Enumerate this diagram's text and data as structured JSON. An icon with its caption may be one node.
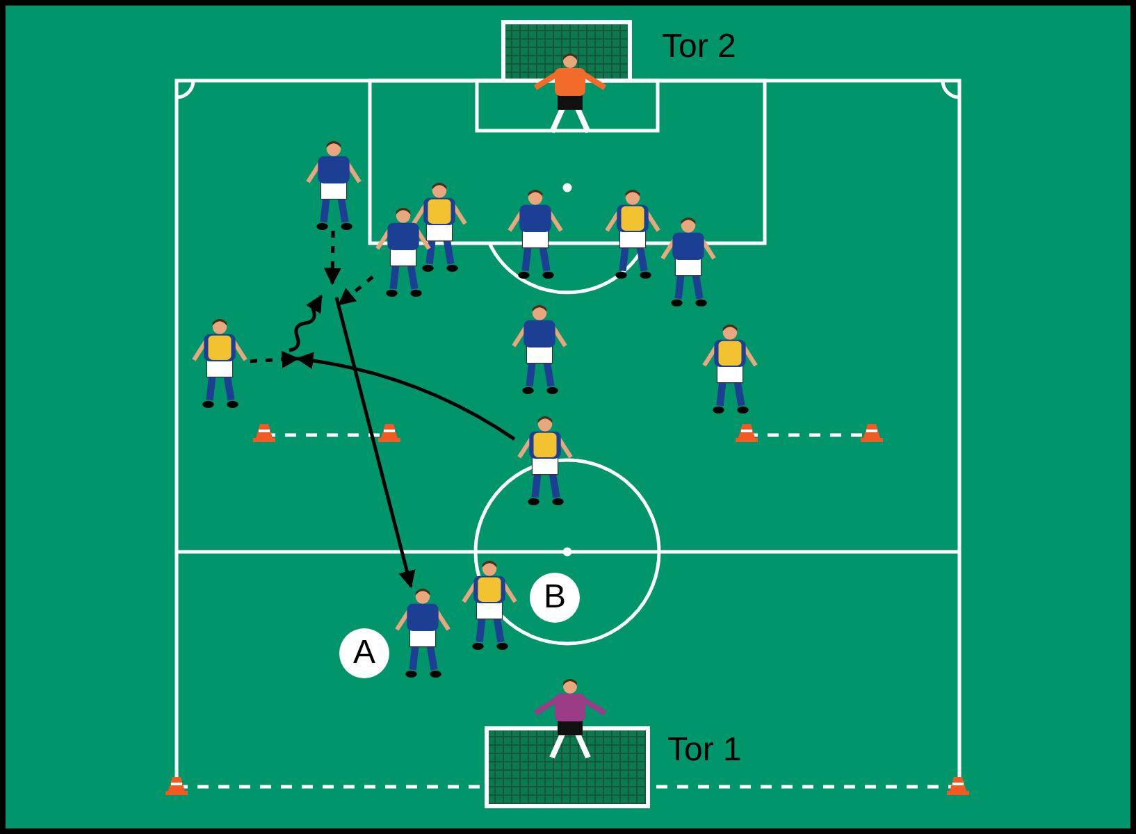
{
  "diagram": {
    "nodes": [
      {
        "text": [],
        "shape": "person"
      },
      {
        "text": [],
        "shape": "person"
      },
      {
        "text": [],
        "shape": "person"
      },
      {
        "text": [],
        "shape": "person"
      },
      {
        "text": [
          "B"
        ]
      },
      {
        "text": [],
        "shape": "person"
      },
      {
        "text": [
          "A"
        ]
      }
    ],
    "edges": [
      {
        "from": 0,
        "to": null,
        "arrow": "to",
        "style": "dashed"
      },
      {
        "from": 1,
        "to": null,
        "arrow": "to",
        "style": "dashed"
      },
      {
        "from": 2,
        "to": null,
        "arrow": "to",
        "style": "dashed"
      },
      {
        "from": 3,
        "to": null,
        "arrow": "to"
      },
      {
        "from": null,
        "to": 5,
        "arrow": "to"
      }
    ],
    "labels": [
      "Tor 2",
      "Tor 1"
    ]
  }
}
